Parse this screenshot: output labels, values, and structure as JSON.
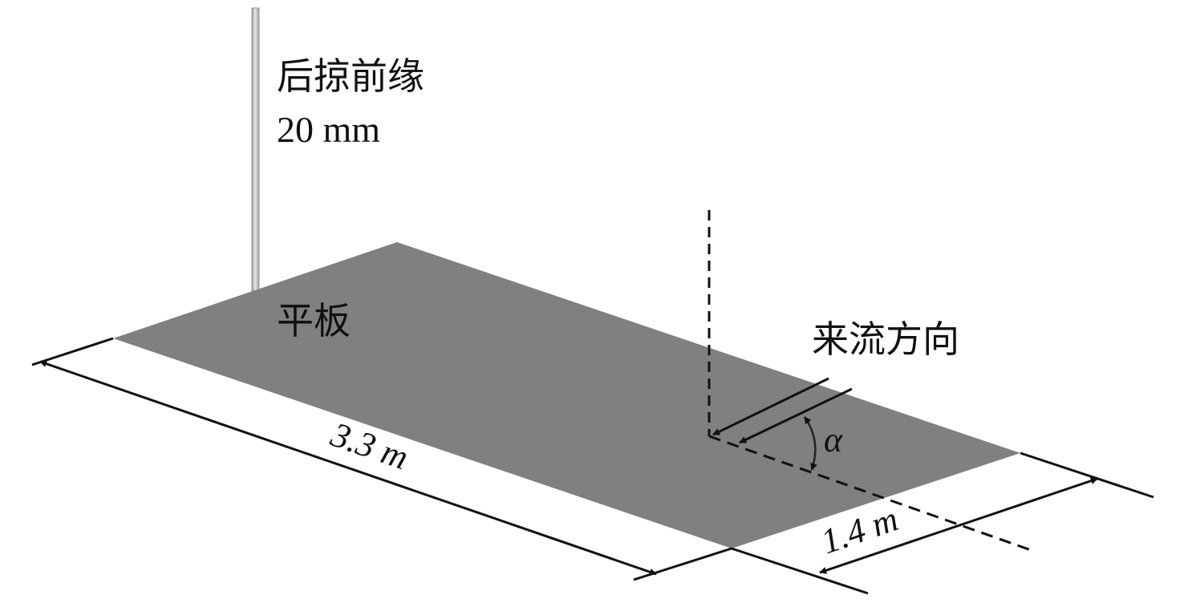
{
  "figure": {
    "labels": {
      "leading_edge_line1": "后掠前缘",
      "leading_edge_line2": "20 mm",
      "plate": "平板",
      "flow_direction": "来流方向",
      "angle": "α",
      "length": "3.3 m",
      "width": "1.4 m"
    },
    "colors": {
      "plate": "#808080",
      "rod": "#b9b9b9",
      "line": "#111111",
      "angle_arrow": "#2a2020"
    }
  }
}
